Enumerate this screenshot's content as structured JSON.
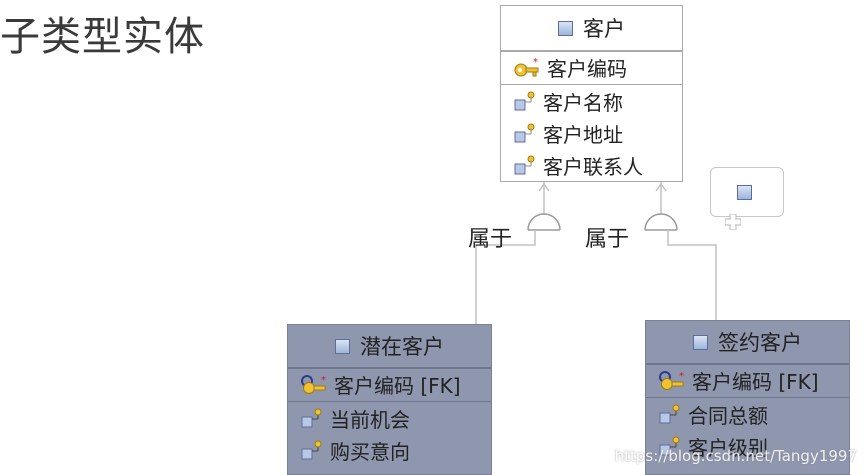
{
  "title": "子类型实体",
  "parent": {
    "name": "客户",
    "key": "客户编码",
    "attributes": [
      "客户名称",
      "客户地址",
      "客户联系人"
    ]
  },
  "children": [
    {
      "name": "潜在客户",
      "key": "客户编码 [FK]",
      "attributes": [
        "当前机会",
        "购买意向"
      ]
    },
    {
      "name": "签约客户",
      "key": "客户编码 [FK]",
      "attributes": [
        "合同总额",
        "客户级别"
      ]
    }
  ],
  "relationships": {
    "left_label": "属于",
    "right_label": "属于"
  },
  "icons": {
    "entity": "entity-icon",
    "primary_key": "primary-key-icon",
    "foreign_key": "foreign-key-icon",
    "attribute": "attribute-icon",
    "add": "plus-icon"
  },
  "colors": {
    "child_fill": "#8f97ae",
    "line": "#bdbdbd",
    "border": "#a9a9a9"
  },
  "watermark": "https://blog.csdn.net/Tangy1997"
}
